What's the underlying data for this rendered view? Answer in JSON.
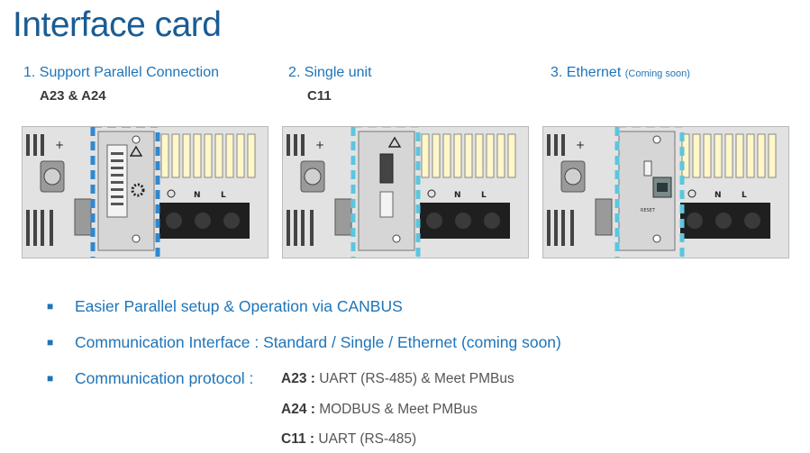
{
  "title": "Interface card",
  "options": [
    {
      "heading": "1. Support Parallel Connection",
      "note": "",
      "models": "A23 & A24"
    },
    {
      "heading": "2. Single unit",
      "note": "",
      "models": "C11"
    },
    {
      "heading": "3. Ethernet",
      "note": "(Coming soon)",
      "models": ""
    }
  ],
  "terminal_labels": [
    "N",
    "L"
  ],
  "port_label": "RESET",
  "bullets": [
    "Easier Parallel setup & Operation via CANBUS",
    "Communication Interface : Standard / Single / Ethernet (coming soon)",
    "Communication protocol :"
  ],
  "protocols": [
    {
      "model": "A23 :",
      "desc": "UART (RS-485) & Meet PMBus"
    },
    {
      "model": "A24 :",
      "desc": "MODBUS & Meet PMBus"
    },
    {
      "model": "C11 :",
      "desc": "UART (RS-485)"
    }
  ],
  "colors": {
    "title": "#1a5c94",
    "heading": "#1f74b8",
    "highlight_parallel": "#2f88d0",
    "highlight_single": "#5cc6de",
    "highlight_ethernet": "#5cc6de"
  },
  "icons": [
    "bullet-square-icon",
    "warning-triangle-icon",
    "gear-icon",
    "ground-icon",
    "plus-icon",
    "ethernet-port-icon"
  ]
}
